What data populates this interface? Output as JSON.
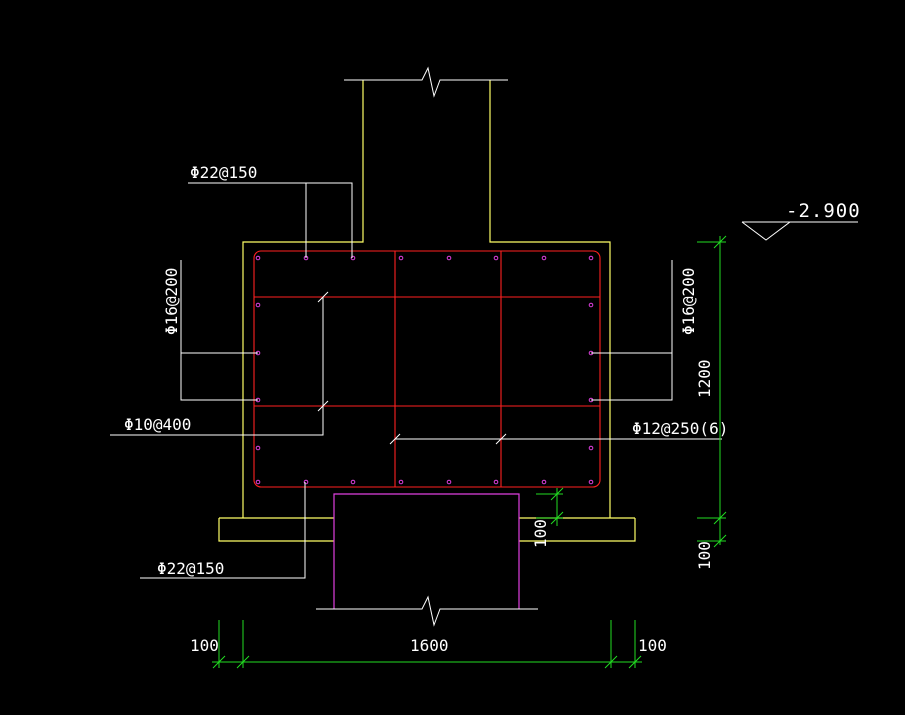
{
  "labels": {
    "top_bar": "Φ22@150",
    "bottom_bar": "Φ22@150",
    "left_side_bar": "Φ16@200",
    "right_side_bar": "Φ16@200",
    "tie_bar": "Φ10@400",
    "stirrup": "Φ12@250(6)",
    "elevation": "-2.900"
  },
  "dimensions": {
    "height": "1200",
    "bottom_layer": "100",
    "cover": "100",
    "left_offset": "100",
    "width": "1600",
    "right_offset": "100"
  },
  "colors": {
    "concrete_outline": "#ffff66",
    "rebar": "#ff2020",
    "pile": "#e040e0",
    "leader": "#ffffff",
    "dimension": "#22dd22"
  }
}
